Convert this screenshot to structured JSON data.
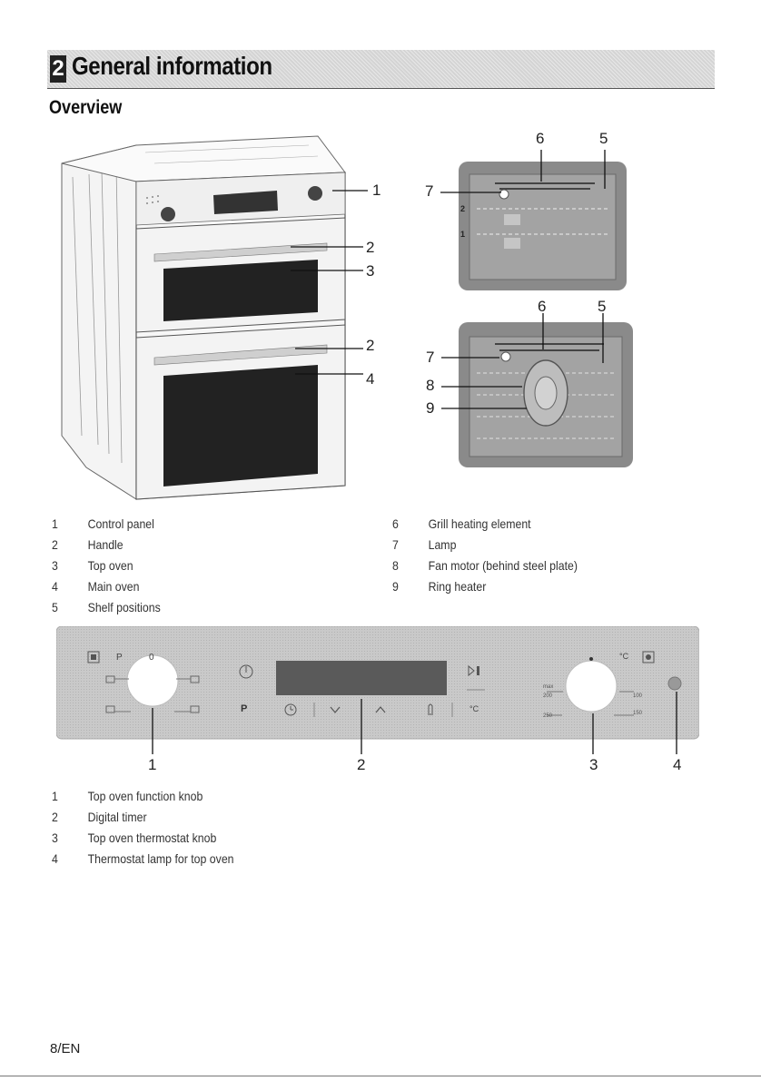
{
  "header": {
    "chapter_number": "2",
    "chapter_title": "General information"
  },
  "section_title": "Overview",
  "oven_illustration": {
    "callouts": [
      "1",
      "2",
      "3",
      "2",
      "4"
    ]
  },
  "cavity_top": {
    "callouts": [
      "6",
      "5",
      "7"
    ],
    "shelf_marks": [
      "2",
      "1"
    ]
  },
  "cavity_main": {
    "callouts": [
      "6",
      "5",
      "7",
      "8",
      "9"
    ]
  },
  "oven_legend": {
    "left": [
      {
        "num": "1",
        "label": "Control panel"
      },
      {
        "num": "2",
        "label": "Handle"
      },
      {
        "num": "3",
        "label": "Top oven"
      },
      {
        "num": "4",
        "label": "Main oven"
      },
      {
        "num": "5",
        "label": "Shelf positions"
      }
    ],
    "right": [
      {
        "num": "6",
        "label": "Grill heating element"
      },
      {
        "num": "7",
        "label": "Lamp"
      },
      {
        "num": "8",
        "label": "Fan motor (behind steel plate)"
      },
      {
        "num": "9",
        "label": "Ring heater"
      }
    ]
  },
  "control_panel": {
    "panel_symbols": {
      "p_left": "P",
      "zero_mark": "0",
      "p_center": "P",
      "celsius_bottom": "°C",
      "celsius_top": "°C",
      "temp_max": "max",
      "temp_200": "200",
      "temp_250": "250",
      "temp_100": "100",
      "temp_150": "150"
    },
    "callouts": [
      "1",
      "2",
      "3",
      "4"
    ]
  },
  "panel_legend": [
    {
      "num": "1",
      "label": "Top oven function knob"
    },
    {
      "num": "2",
      "label": "Digital timer"
    },
    {
      "num": "3",
      "label": "Top oven thermostat knob"
    },
    {
      "num": "4",
      "label": "Thermostat lamp for top oven"
    }
  ],
  "footer": {
    "page_label": "8/EN"
  },
  "colors": {
    "header_band": "#d4d4d4",
    "cavity": "#8a8a8a",
    "panel": "#c9c9c9",
    "display": "#5a5a5a"
  }
}
